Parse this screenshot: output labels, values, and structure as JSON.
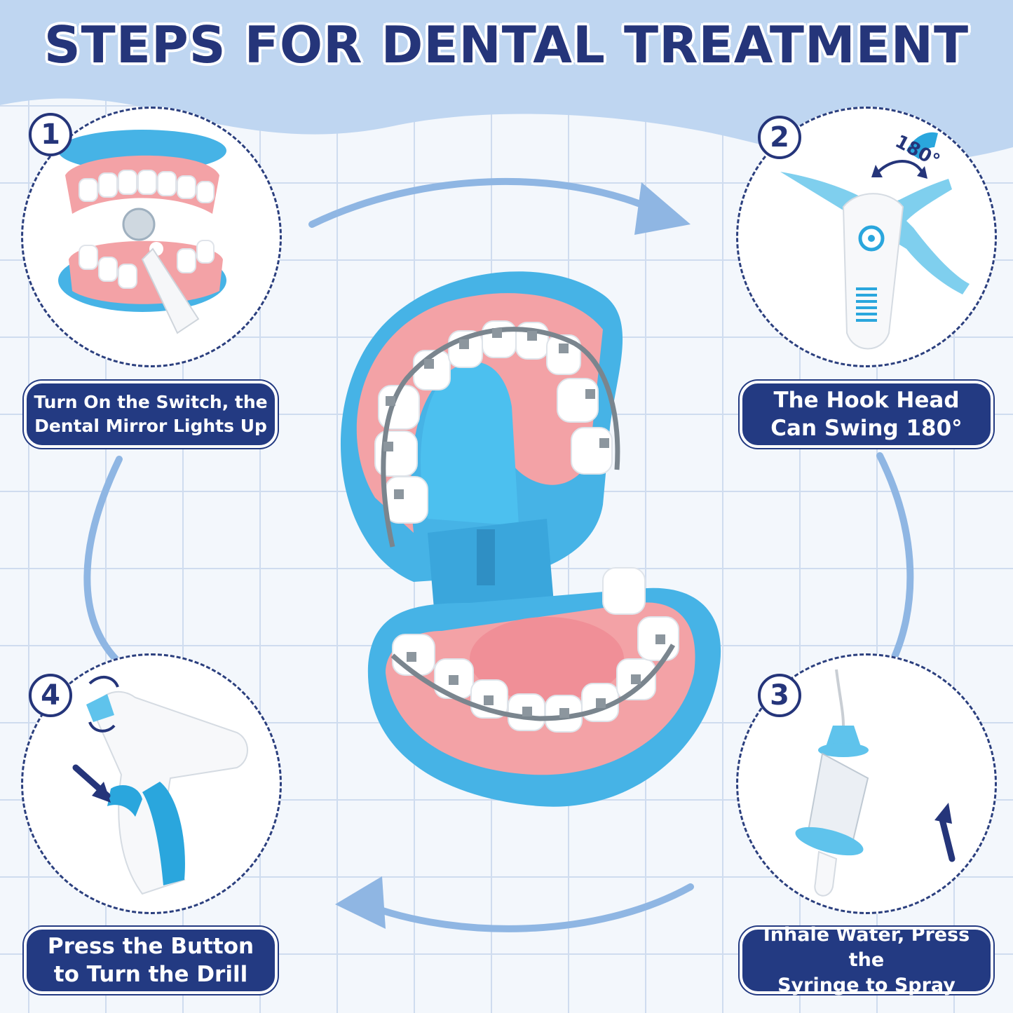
{
  "title": "STEPS FOR DENTAL TREATMENT",
  "colors": {
    "banner": "#bfd6f1",
    "navy": "#233a82",
    "toy_blue": "#46b3e6",
    "gum_pink": "#f3a2a6",
    "arrow": "#8fb6e3",
    "grid": "#cfdcef"
  },
  "steps": [
    {
      "number": "1",
      "line1": "Turn On the Switch, the",
      "line2": "Dental Mirror Lights Up",
      "icon": "dental-mirror-light"
    },
    {
      "number": "2",
      "line1": "The Hook Head",
      "line2": "Can Swing 180°",
      "icon": "swing-hook",
      "angle_label": "180°"
    },
    {
      "number": "3",
      "line1": "Inhale Water, Press the",
      "line2": "Syringe to Spray",
      "icon": "syringe"
    },
    {
      "number": "4",
      "line1": "Press the Button",
      "line2": "to Turn the Drill",
      "icon": "dental-drill"
    }
  ],
  "center_image": "teeth-model-with-braces"
}
